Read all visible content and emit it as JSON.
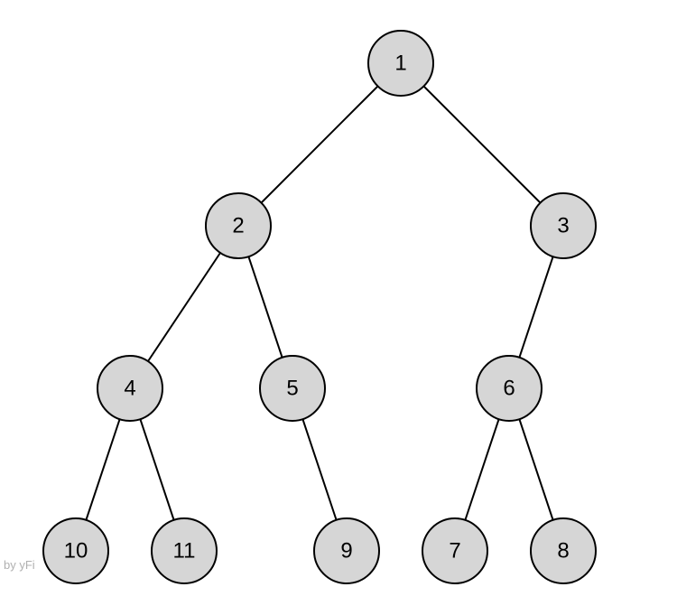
{
  "watermark": "by yFi",
  "colors": {
    "node_fill": "#d6d6d6",
    "node_stroke": "#000000",
    "edge": "#000000"
  },
  "tree": {
    "nodes": [
      {
        "id": "1"
      },
      {
        "id": "2"
      },
      {
        "id": "3"
      },
      {
        "id": "4"
      },
      {
        "id": "5"
      },
      {
        "id": "6"
      },
      {
        "id": "7"
      },
      {
        "id": "8"
      },
      {
        "id": "9"
      },
      {
        "id": "10"
      },
      {
        "id": "11"
      }
    ],
    "edges": [
      {
        "from": "1",
        "to": "2"
      },
      {
        "from": "1",
        "to": "3"
      },
      {
        "from": "2",
        "to": "4"
      },
      {
        "from": "2",
        "to": "5"
      },
      {
        "from": "3",
        "to": "6"
      },
      {
        "from": "4",
        "to": "10"
      },
      {
        "from": "4",
        "to": "11"
      },
      {
        "from": "5",
        "to": "9"
      },
      {
        "from": "6",
        "to": "7"
      },
      {
        "from": "6",
        "to": "8"
      }
    ]
  }
}
